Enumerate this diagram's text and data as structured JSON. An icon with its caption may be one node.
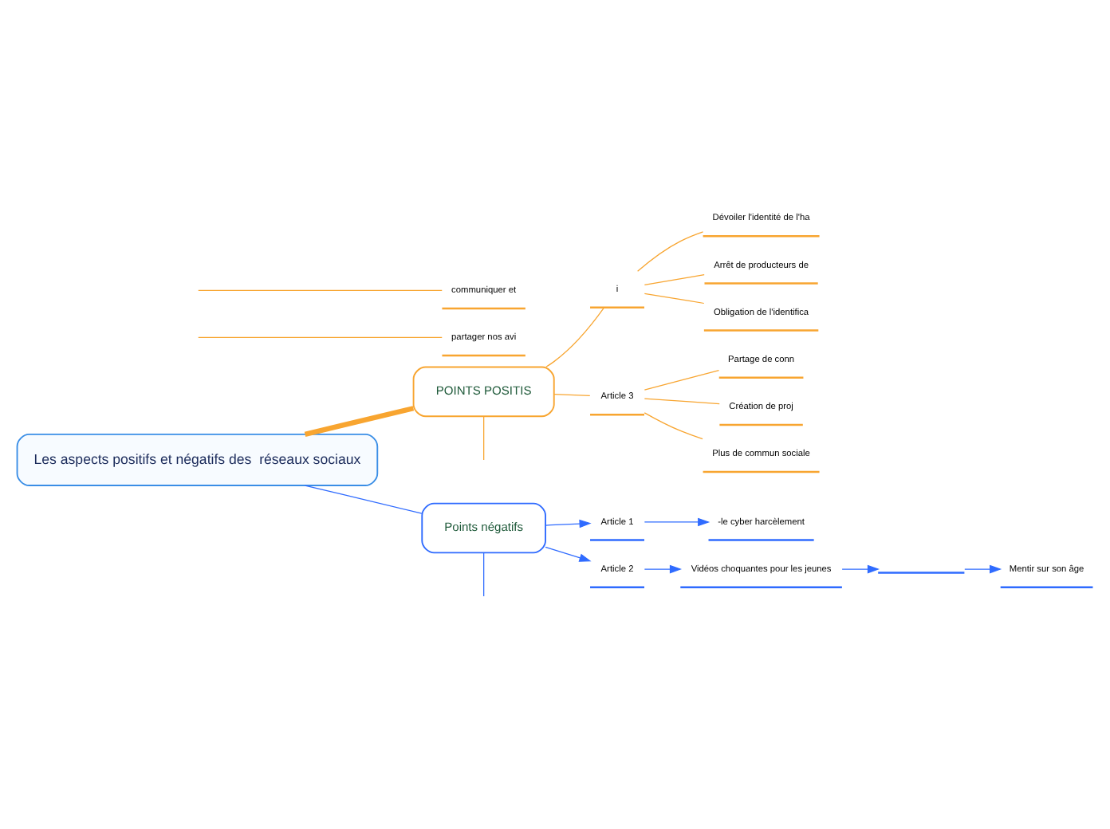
{
  "diagram": {
    "nodes": [
      {
        "text": [
          "Les aspects positifs et négatifs des  réseaux sociaux"
        ]
      },
      {
        "text": [
          "POINTS POSITIS"
        ]
      },
      {
        "text": [
          "partager nos avi"
        ]
      },
      {
        "text": [
          "communiquer et"
        ]
      },
      {
        "text": [
          "i"
        ]
      },
      {
        "text": [
          "Dévoiler l'identité de l'ha"
        ]
      },
      {
        "text": [
          "Arrêt de producteurs de"
        ]
      },
      {
        "text": [
          "Obligation de l'identifica"
        ]
      },
      {
        "text": [
          "Article 3"
        ]
      },
      {
        "text": [
          "Partage de conn"
        ]
      },
      {
        "text": [
          "Création de proj"
        ]
      },
      {
        "text": [
          "Plus de commun sociale"
        ]
      },
      {
        "text": [
          "Points négatifs"
        ]
      },
      {
        "text": [
          "Article 1"
        ]
      },
      {
        "text": [
          "-le cyber harcèlement"
        ]
      },
      {
        "text": [
          "Article 2"
        ]
      },
      {
        "text": [
          "Vidéos choquantes pour les jeunes"
        ]
      },
      {
        "text": [],
        "shape": "bar"
      },
      {
        "text": [
          "Mentir sur son âge"
        ]
      }
    ],
    "edges": [
      {
        "from": 0,
        "to": 1,
        "arrow": "none",
        "style": "thick"
      },
      {
        "from": 0,
        "to": 12,
        "arrow": "none",
        "color": "#2f6bff"
      },
      {
        "from": 1,
        "to": null,
        "arrow": "none"
      },
      {
        "from": null,
        "to": 2,
        "arrow": "none"
      },
      {
        "from": null,
        "to": 3,
        "arrow": "none"
      },
      {
        "from": 1,
        "to": 4,
        "arrow": "none"
      },
      {
        "from": 4,
        "to": 5,
        "arrow": "none"
      },
      {
        "from": 4,
        "to": 6,
        "arrow": "none"
      },
      {
        "from": 4,
        "to": 7,
        "arrow": "none"
      },
      {
        "from": 1,
        "to": 8,
        "arrow": "none"
      },
      {
        "from": 8,
        "to": 9,
        "arrow": "none"
      },
      {
        "from": 8,
        "to": 10,
        "arrow": "none"
      },
      {
        "from": 8,
        "to": 11,
        "arrow": "none"
      },
      {
        "from": 12,
        "to": 13,
        "arrow": "to",
        "color": "#2f6bff"
      },
      {
        "from": 12,
        "to": 15,
        "arrow": "to",
        "color": "#2f6bff"
      },
      {
        "from": 12,
        "to": null,
        "arrow": "none",
        "color": "#2f6bff"
      },
      {
        "from": 13,
        "to": 14,
        "arrow": "to",
        "color": "#2f6bff"
      },
      {
        "from": 15,
        "to": 16,
        "arrow": "to",
        "color": "#2f6bff"
      },
      {
        "from": 16,
        "to": 17,
        "arrow": "to",
        "color": "#2f6bff"
      },
      {
        "from": 17,
        "to": 18,
        "arrow": "to",
        "color": "#2f6bff"
      }
    ]
  }
}
